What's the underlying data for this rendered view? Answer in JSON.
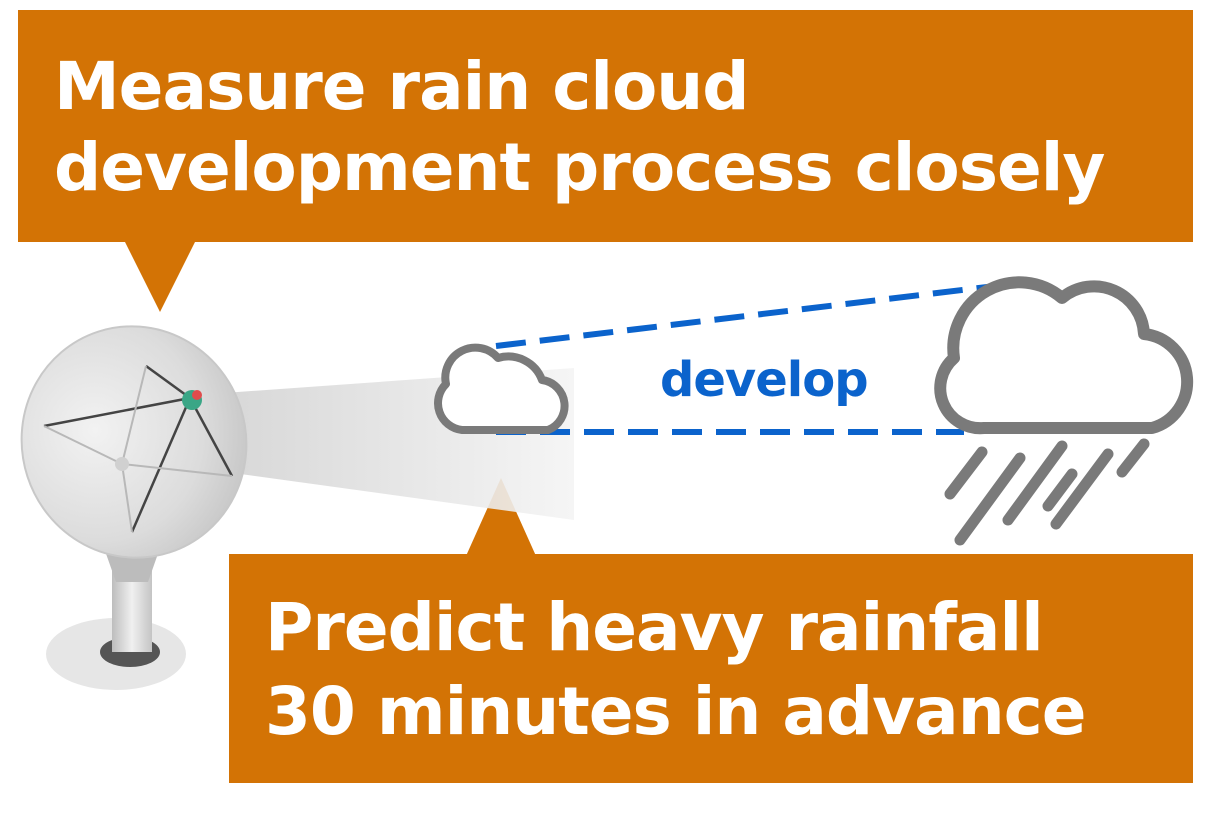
{
  "callouts": {
    "top": {
      "line1": "Measure rain cloud",
      "line2": "development process closely"
    },
    "bottom": {
      "line1": "Predict heavy rainfall",
      "line2": "30 minutes in advance"
    }
  },
  "diagram": {
    "develop_label": "develop"
  },
  "icons": {
    "radar": "radar-dish-icon",
    "small_cloud": "cloud-icon",
    "rain_cloud": "rain-cloud-icon"
  },
  "colors": {
    "callout_fill": "#d37305",
    "callout_text": "#ffffff",
    "develop_text": "#0b63cc",
    "dashed_line": "#0b63cc",
    "cloud_stroke": "#7a7a7a"
  }
}
